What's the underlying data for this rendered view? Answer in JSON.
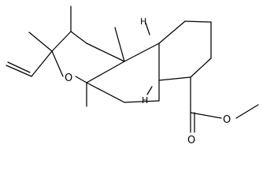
{
  "molecule": {
    "atoms": {
      "ring_oxygen": "O",
      "ester_oxygen": "O",
      "carbonyl_oxygen": "O",
      "hydrogen_top": "H",
      "hydrogen_bottom": "H"
    },
    "bond_color": "#000000",
    "background": "#ffffff"
  }
}
